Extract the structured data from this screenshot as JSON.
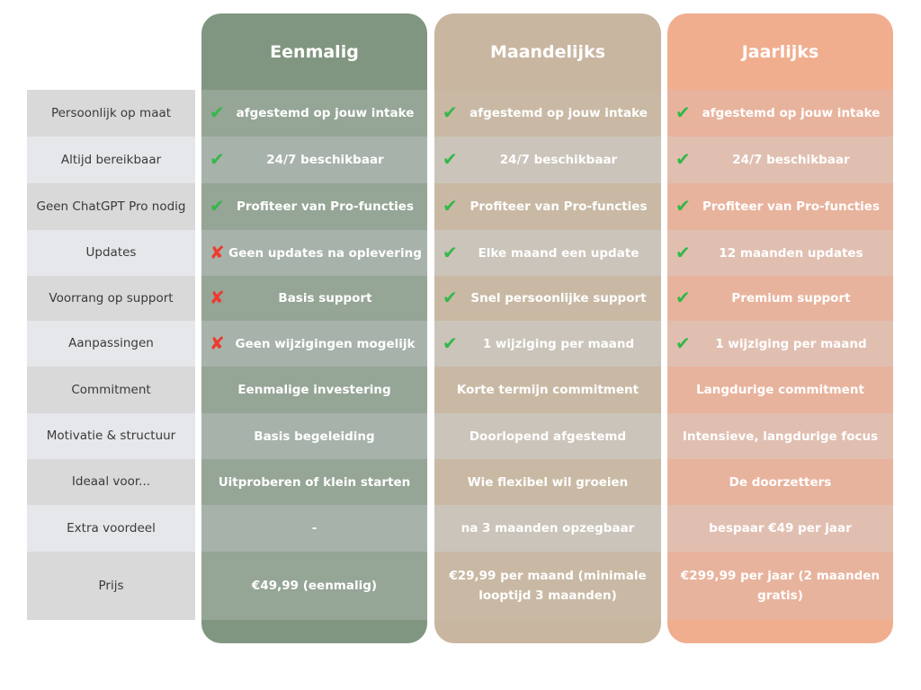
{
  "row_labels": [
    "Persoonlijk op maat",
    "Altijd bereikbaar",
    "Geen ChatGPT Pro nodig",
    "Updates",
    "Voorrang op support",
    "Aanpassingen",
    "Commitment",
    "Motivatie & structuur",
    "Ideaal voor...",
    "Extra voordeel",
    "Prijs"
  ],
  "plans": [
    {
      "title": "Eenmalig",
      "cells": [
        {
          "icon": "check",
          "text": "afgestemd op jouw intake"
        },
        {
          "icon": "check",
          "text": "24/7 beschikbaar"
        },
        {
          "icon": "check",
          "text": "Profiteer van Pro-functies"
        },
        {
          "icon": "cross",
          "text": "Geen updates na oplevering"
        },
        {
          "icon": "cross",
          "text": "Basis support"
        },
        {
          "icon": "cross",
          "text": "Geen wijzigingen mogelijk"
        },
        {
          "icon": "",
          "text": "Eenmalige investering"
        },
        {
          "icon": "",
          "text": "Basis begeleiding"
        },
        {
          "icon": "",
          "text": "Uitproberen of klein starten"
        },
        {
          "icon": "",
          "text": "-"
        },
        {
          "icon": "",
          "text": "€49,99 (eenmalig)"
        }
      ]
    },
    {
      "title": "Maandelijks",
      "cells": [
        {
          "icon": "check",
          "text": "afgestemd op jouw intake"
        },
        {
          "icon": "check",
          "text": "24/7 beschikbaar"
        },
        {
          "icon": "check",
          "text": "Profiteer van Pro-functies"
        },
        {
          "icon": "check",
          "text": "Elke maand een update"
        },
        {
          "icon": "check",
          "text": "Snel persoonlijke support"
        },
        {
          "icon": "check",
          "text": "1 wijziging per maand"
        },
        {
          "icon": "",
          "text": "Korte termijn commitment"
        },
        {
          "icon": "",
          "text": "Doorlopend afgestemd"
        },
        {
          "icon": "",
          "text": "Wie flexibel wil groeien"
        },
        {
          "icon": "",
          "text": "na 3 maanden opzegbaar"
        },
        {
          "icon": "",
          "text": "€29,99 per maand (minimale looptijd 3 maanden)"
        }
      ]
    },
    {
      "title": "Jaarlijks",
      "cells": [
        {
          "icon": "check",
          "text": "afgestemd op jouw intake"
        },
        {
          "icon": "check",
          "text": "24/7 beschikbaar"
        },
        {
          "icon": "check",
          "text": "Profiteer van Pro-functies"
        },
        {
          "icon": "check",
          "text": "12 maanden updates"
        },
        {
          "icon": "check",
          "text": "Premium support"
        },
        {
          "icon": "check",
          "text": "1 wijziging per maand"
        },
        {
          "icon": "",
          "text": "Langdurige commitment"
        },
        {
          "icon": "",
          "text": "Intensieve, langdurige focus"
        },
        {
          "icon": "",
          "text": "De doorzetters"
        },
        {
          "icon": "",
          "text": "bespaar €49 per jaar"
        },
        {
          "icon": "",
          "text": "€299,99 per jaar (2 maanden gratis)"
        }
      ]
    }
  ],
  "colors": {
    "check": "#34b84a",
    "cross": "#ee3b2f",
    "eenmalig": "#819680",
    "maandelijks": "#c9b6a0",
    "jaarlijks": "#f0ae8f"
  }
}
